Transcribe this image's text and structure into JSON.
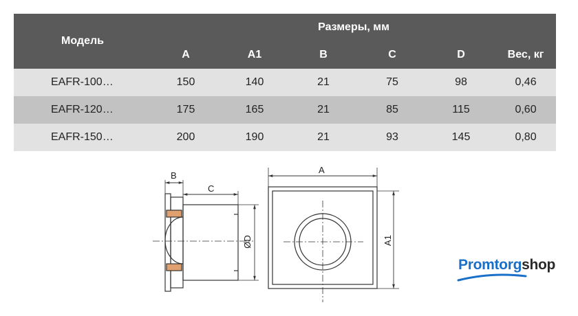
{
  "table": {
    "model_header": "Модель",
    "dims_header": "Размеры, мм",
    "columns": [
      "A",
      "A1",
      "B",
      "C",
      "D",
      "Вес, кг"
    ],
    "rows": [
      {
        "model": "EAFR-100…",
        "values": [
          "150",
          "140",
          "21",
          "75",
          "98",
          "0,46"
        ]
      },
      {
        "model": "EAFR-120…",
        "values": [
          "175",
          "165",
          "21",
          "85",
          "115",
          "0,60"
        ]
      },
      {
        "model": "EAFR-150…",
        "values": [
          "200",
          "190",
          "21",
          "93",
          "145",
          "0,80"
        ]
      }
    ]
  },
  "drawing": {
    "label_b": "B",
    "label_c": "C",
    "label_d": "ØD",
    "label_a": "A",
    "label_a1": "A1"
  },
  "logo": {
    "part1": "Promtorg",
    "part2": "shop",
    "colors": {
      "brand_blue": "#1a6fc9",
      "dark": "#2a2a2a"
    }
  }
}
